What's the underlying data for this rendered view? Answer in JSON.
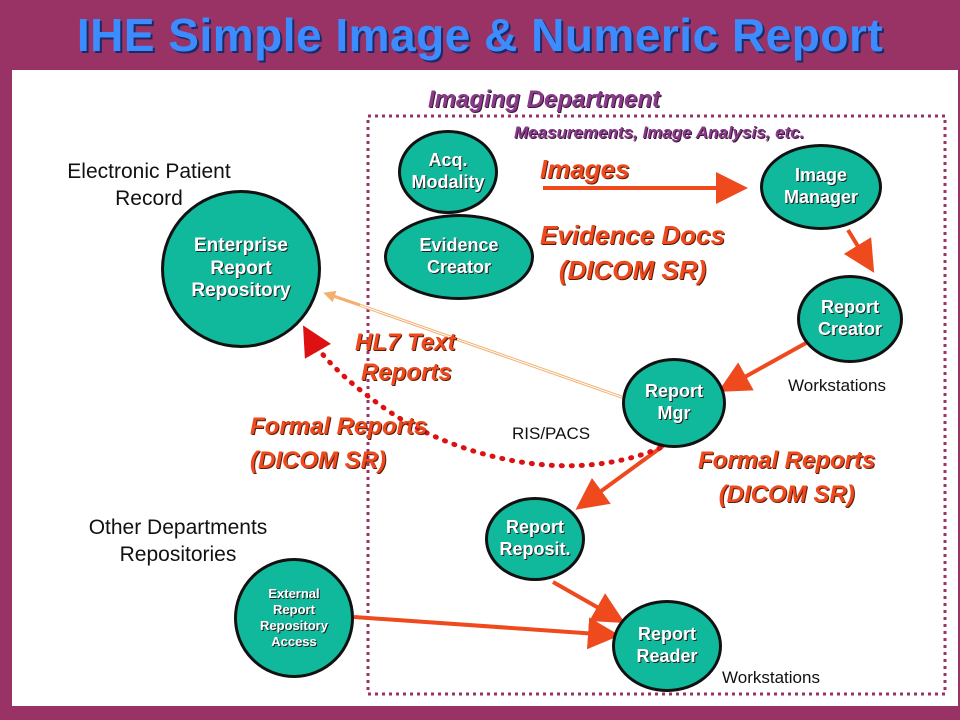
{
  "title": "IHE Simple Image & Numeric Report",
  "department": {
    "name": "Imaging Department",
    "subtitle": "Measurements, Image Analysis, etc."
  },
  "labels": {
    "electronic_patient_record": [
      "Electronic Patient",
      "Record"
    ],
    "other_departments": [
      "Other Departments",
      "Repositories"
    ],
    "workstations_top": "Workstations",
    "workstations_bottom": "Workstations",
    "ris_pacs": "RIS/PACS"
  },
  "flows": {
    "images": "Images",
    "evidence_docs": [
      "Evidence Docs",
      "(DICOM SR)"
    ],
    "hl7_text_reports": [
      "HL7 Text",
      "Reports"
    ],
    "formal_reports_left": [
      "Formal Reports",
      "(DICOM SR)"
    ],
    "formal_reports_right": [
      "Formal Reports",
      "(DICOM SR)"
    ]
  },
  "actors": {
    "enterprise_repo": [
      "Enterprise",
      "Report",
      "Repository"
    ],
    "acq_modality": [
      "Acq.",
      "Modality"
    ],
    "evidence_creator": [
      "Evidence",
      "Creator"
    ],
    "image_manager": [
      "Image",
      "Manager"
    ],
    "report_creator": [
      "Report",
      "Creator"
    ],
    "report_mgr": [
      "Report",
      "Mgr"
    ],
    "report_reposit": [
      "Report",
      "Reposit."
    ],
    "report_reader": [
      "Report",
      "Reader"
    ],
    "external_access": [
      "External",
      "Report",
      "Repository",
      "Access"
    ]
  },
  "colors": {
    "background": "#993366",
    "title": "#3d8cff",
    "actor_fill": "#11b99c",
    "arrow_red": "#ee4a1e",
    "dotted_red": "#dd1111",
    "hl7_arrow": "#f2b070",
    "department_border": "#993366"
  }
}
